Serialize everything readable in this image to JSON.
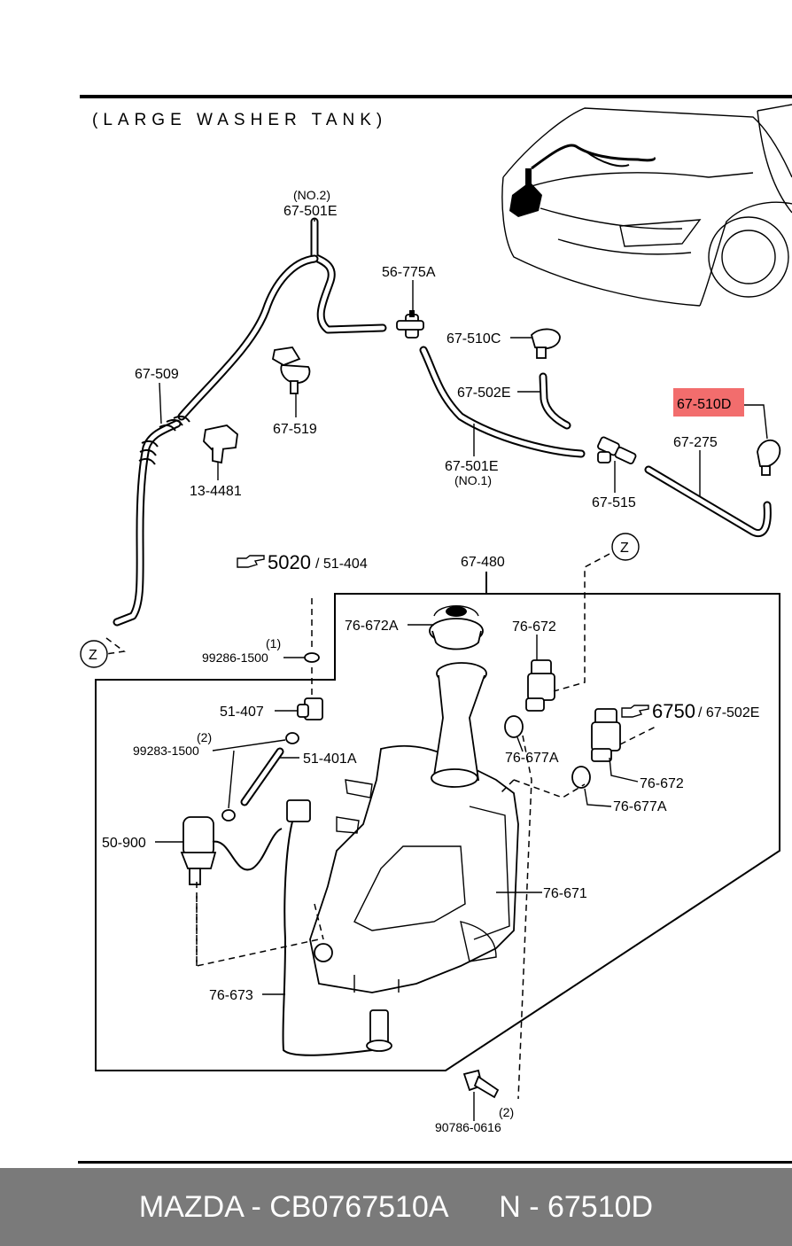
{
  "title": "(LARGE WASHER TANK)",
  "highlight_color": "#f26d6d",
  "labels": {
    "p67_501E_no2_note": "(NO.2)",
    "p67_501E_top": "67-501E",
    "p56_775A": "56-775A",
    "p67_510C": "67-510C",
    "p67_502E": "67-502E",
    "p67_510D": "67-510D",
    "p67_509": "67-509",
    "p67_519": "67-519",
    "p13_4481": "13-4481",
    "p67_501E_bottom": "67-501E",
    "p67_501E_no1_note": "(NO.1)",
    "p67_275": "67-275",
    "p67_515": "67-515",
    "ref_5020": "5020",
    "ref_51_404": "/ 51-404",
    "p67_480": "67-480",
    "z_marker_top": "Z",
    "z_marker_left": "Z",
    "p76_672A": "76-672A",
    "p76_672_a": "76-672",
    "p99286_qty": "(1)",
    "p99286": "99286-1500",
    "p51_407": "51-407",
    "ref_6750": "6750",
    "ref_67_502E": "/ 67-502E",
    "p99283_qty": "(2)",
    "p99283": "99283-1500",
    "p51_401A": "51-401A",
    "p76_677A_a": "76-677A",
    "p76_672_b": "76-672",
    "p76_677A_b": "76-677A",
    "p50_900": "50-900",
    "p76_671": "76-671",
    "p76_673": "76-673",
    "p90786_qty": "(2)",
    "p90786": "90786-0616"
  },
  "footer": {
    "brand_part": "MAZDA - CB0767510A",
    "number_part": "N - 67510D"
  }
}
